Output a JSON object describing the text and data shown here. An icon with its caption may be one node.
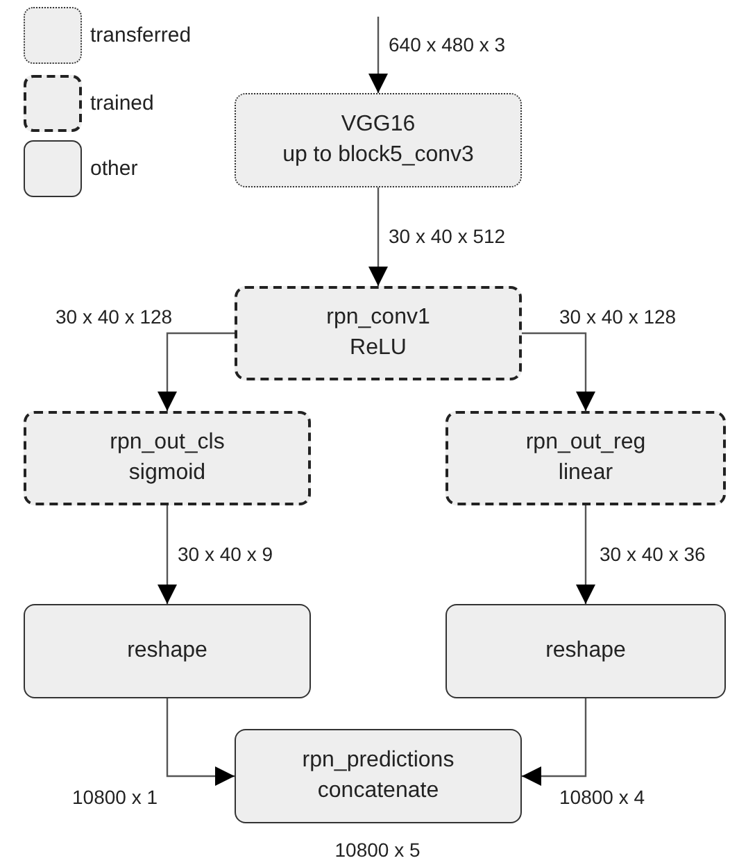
{
  "diagram": {
    "nodes": [
      {
        "text": [
          "VGG16",
          "up to block5_conv3"
        ]
      },
      {
        "text": [
          "rpn_conv1",
          "ReLU"
        ]
      },
      {
        "text": [
          "rpn_out_cls",
          "sigmoid"
        ]
      },
      {
        "text": [
          "rpn_out_reg",
          "linear"
        ]
      },
      {
        "text": [
          "reshape"
        ]
      },
      {
        "text": [
          "reshape"
        ]
      },
      {
        "text": [
          "rpn_predictions",
          "concatenate"
        ],
        "beside": [
          "10800 x 5"
        ]
      }
    ],
    "edges": [
      {
        "from": null,
        "to": 0,
        "arrow": "to",
        "label": "640 x 480 x 3"
      },
      {
        "from": 0,
        "to": 1,
        "arrow": "to",
        "label": "30 x 40 x 512"
      },
      {
        "from": 1,
        "to": 2,
        "arrow": "to",
        "label": "30 x 40 x 128"
      },
      {
        "from": 1,
        "to": 3,
        "arrow": "to",
        "label": "30 x 40 x 128"
      },
      {
        "from": 2,
        "to": 4,
        "arrow": "to",
        "label": "30 x 40 x 9"
      },
      {
        "from": 3,
        "to": 5,
        "arrow": "to",
        "label": "30 x 40 x 36"
      },
      {
        "from": 4,
        "to": 6,
        "arrow": "to",
        "label": "10800 x 1"
      },
      {
        "from": 5,
        "to": 6,
        "arrow": "to",
        "label": "10800 x 4"
      }
    ],
    "legend": [
      {
        "text": "transferred"
      },
      {
        "text": "trained"
      },
      {
        "text": "other"
      }
    ]
  }
}
